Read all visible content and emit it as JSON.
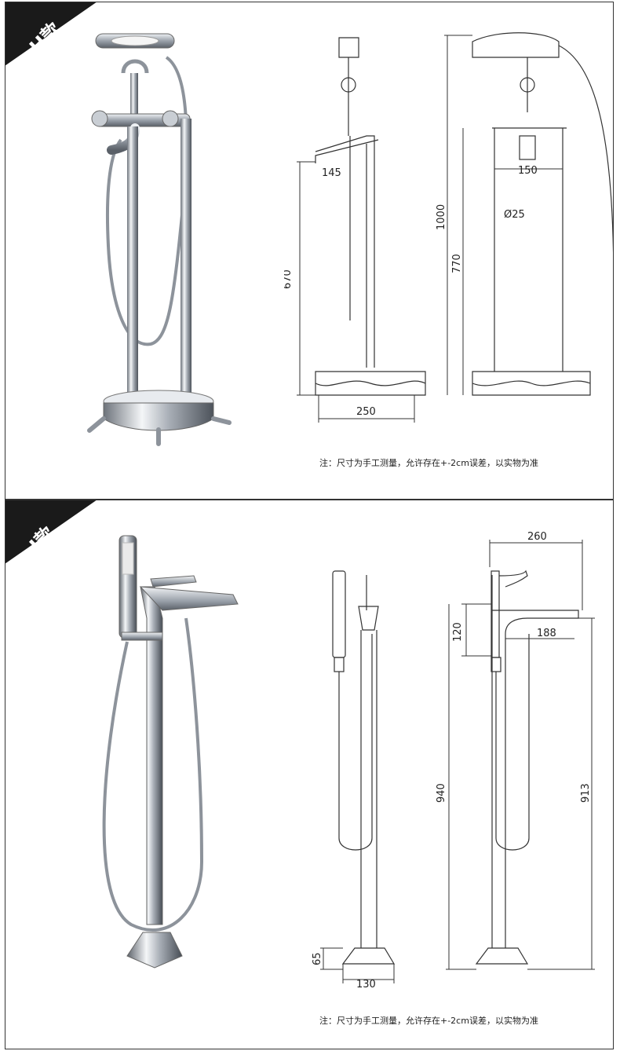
{
  "panels": [
    {
      "badge": "H款",
      "note": "注：尺寸为手工测量，允许存在+-2cm误差，以实物为准",
      "dimensions": {
        "spout_reach": "145",
        "handle_spacing": "150",
        "pipe_diameter": "Ø25",
        "total_height": "1000",
        "spout_height": "670",
        "column_height": "770",
        "base_width": "250"
      }
    },
    {
      "badge": "J款",
      "note": "注：尺寸为手工测量，允许存在+-2cm误差，以实物为准",
      "dimensions": {
        "head_width": "260",
        "spout_drop": "120",
        "spout_reach": "188",
        "total_height": "940",
        "spout_height": "913",
        "base_height": "65",
        "base_width": "130"
      }
    }
  ],
  "colors": {
    "badge_bg": "#1a1a1a",
    "line": "#333333",
    "chrome": "#c8ccd2"
  }
}
